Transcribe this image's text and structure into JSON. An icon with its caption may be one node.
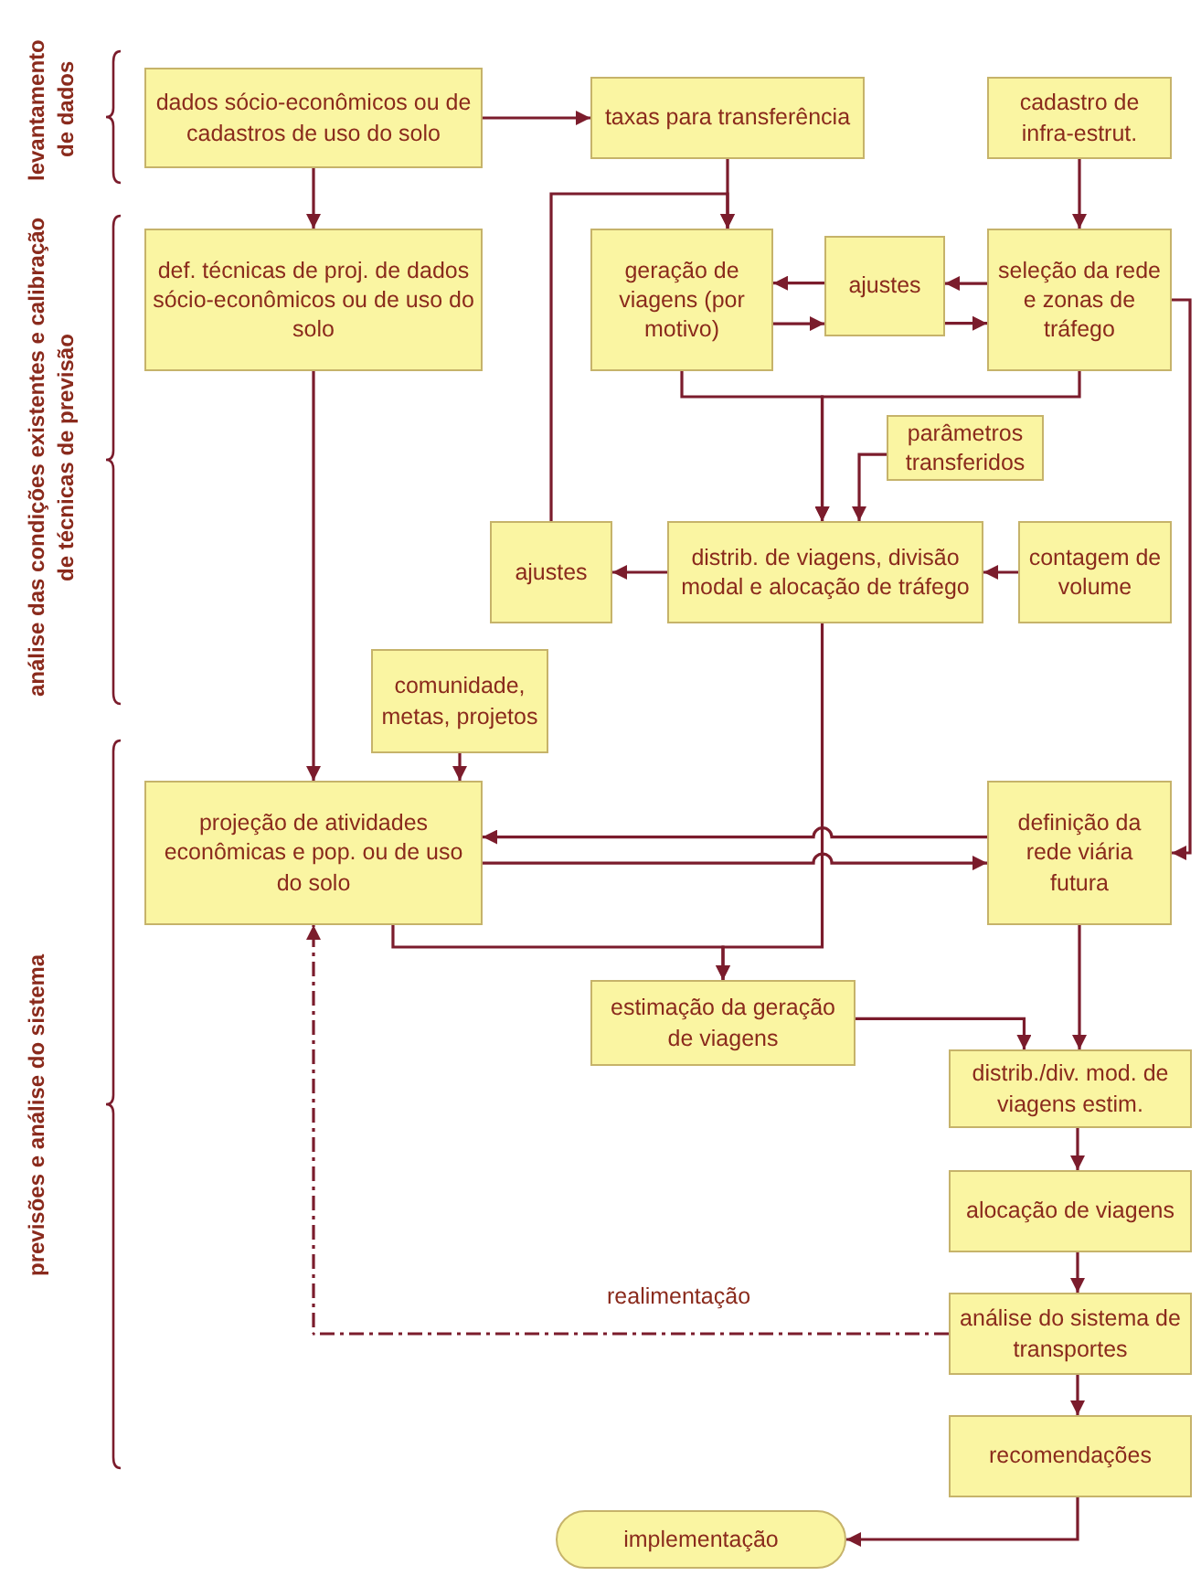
{
  "diagram": {
    "nodes": [
      {
        "text": [
          "dados sócio-econômicos ou de cadastros de uso do solo"
        ]
      },
      {
        "text": [
          "taxas para transferência"
        ]
      },
      {
        "text": [
          "cadastro de infra-estrut."
        ]
      },
      {
        "text": [
          "def. técnicas de proj. de dados sócio-econômicos ou de uso do solo"
        ]
      },
      {
        "text": [
          "geração de viagens (por motivo)"
        ]
      },
      {
        "text": [
          "ajustes"
        ]
      },
      {
        "text": [
          "seleção da rede e zonas de tráfego"
        ]
      },
      {
        "text": [
          "parâmetros transferidos"
        ]
      },
      {
        "text": [
          "ajustes"
        ]
      },
      {
        "text": [
          "distrib. de viagens, divisão modal e alocação de tráfego"
        ]
      },
      {
        "text": [
          "contagem de volume"
        ]
      },
      {
        "text": [
          "comunidade, metas, projetos"
        ]
      },
      {
        "text": [
          "projeção de atividades econômicas e pop. ou de uso do solo"
        ]
      },
      {
        "text": [
          "definição da rede viária futura"
        ]
      },
      {
        "text": [
          "estimação da geração de viagens"
        ]
      },
      {
        "text": [
          "distrib./div. mod. de viagens estim."
        ]
      },
      {
        "text": [
          "alocação de viagens"
        ]
      },
      {
        "text": [
          "análise do sistema de transportes"
        ]
      },
      {
        "text": [
          "recomendações"
        ]
      },
      {
        "text": [
          "implementação"
        ]
      }
    ],
    "edges": [
      {
        "from": 0,
        "to": 1,
        "arrow": "to"
      },
      {
        "from": 0,
        "to": 3,
        "arrow": "to"
      },
      {
        "from": 1,
        "to": 4,
        "arrow": "to"
      },
      {
        "from": 2,
        "to": 6,
        "arrow": "to"
      },
      {
        "from": 8,
        "to": 4,
        "arrow": "to"
      },
      {
        "from": 5,
        "to": 4,
        "arrow": "to"
      },
      {
        "from": 4,
        "to": 5,
        "arrow": "to"
      },
      {
        "from": 6,
        "to": 5,
        "arrow": "to"
      },
      {
        "from": 5,
        "to": 6,
        "arrow": "to"
      },
      {
        "from": 4,
        "to": 9,
        "arrow": "to"
      },
      {
        "from": 6,
        "to": 9,
        "arrow": "to"
      },
      {
        "from": 7,
        "to": 9,
        "arrow": "to"
      },
      {
        "from": 9,
        "to": 8,
        "arrow": "to"
      },
      {
        "from": 10,
        "to": 9,
        "arrow": "to"
      },
      {
        "from": 3,
        "to": 12,
        "arrow": "to"
      },
      {
        "from": 11,
        "to": 12,
        "arrow": "to"
      },
      {
        "from": 13,
        "to": 12,
        "arrow": "to"
      },
      {
        "from": 12,
        "to": 13,
        "arrow": "to"
      },
      {
        "from": 6,
        "to": 13,
        "arrow": "to"
      },
      {
        "from": 12,
        "to": 14,
        "arrow": "to"
      },
      {
        "from": 9,
        "to": 14,
        "arrow": "to"
      },
      {
        "from": 14,
        "to": 15,
        "arrow": "to"
      },
      {
        "from": 13,
        "to": 15,
        "arrow": "to"
      },
      {
        "from": 15,
        "to": 16,
        "arrow": "to"
      },
      {
        "from": 16,
        "to": 17,
        "arrow": "to"
      },
      {
        "from": 17,
        "to": 18,
        "arrow": "to"
      },
      {
        "from": 18,
        "to": 19,
        "arrow": "to"
      },
      {
        "from": 17,
        "to": 12,
        "arrow": "to",
        "style": "dashed",
        "label": "realimentação"
      }
    ],
    "labels": [
      "levantamento de dados",
      "análise das condições existentes e calibração de técnicas de previsão",
      "previsões e análise do sistema"
    ]
  }
}
